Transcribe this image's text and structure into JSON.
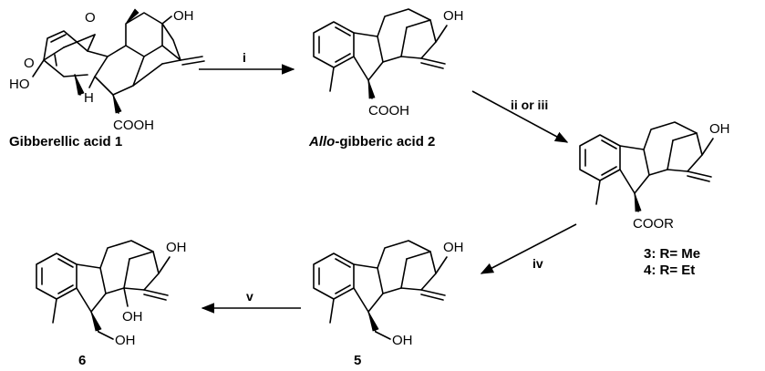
{
  "compounds": [
    {
      "id": "c1",
      "caption": "Gibberellic acid 1",
      "labels": {
        "o_bridge": "O",
        "oh": "OH",
        "o_lactone": "O",
        "ho": "HO",
        "h": "H",
        "cooh": "COOH"
      }
    },
    {
      "id": "c2",
      "caption_italic": "Allo",
      "caption_rest": "-gibberic acid 2",
      "labels": {
        "oh": "OH",
        "cooh": "COOH"
      }
    },
    {
      "id": "c34",
      "caption_line1": "3: R= Me",
      "caption_line2": "4: R= Et",
      "labels": {
        "oh": "OH",
        "coor": "COOR"
      }
    },
    {
      "id": "c5",
      "caption": "5",
      "labels": {
        "oh_top": "OH",
        "oh_side": "OH"
      }
    },
    {
      "id": "c6",
      "caption": "6",
      "labels": {
        "oh_top": "OH",
        "oh_ring": "OH",
        "oh_side": "OH"
      }
    }
  ],
  "steps": [
    {
      "id": "step-i",
      "from": "c1",
      "to": "c2",
      "reagent": "i"
    },
    {
      "id": "step-ii-iii",
      "from": "c2",
      "to": "c34",
      "reagent": "ii or iii"
    },
    {
      "id": "step-iv",
      "from": "c34",
      "to": "c5",
      "reagent": "iv"
    },
    {
      "id": "step-v",
      "from": "c5",
      "to": "c6",
      "reagent": "v"
    }
  ]
}
